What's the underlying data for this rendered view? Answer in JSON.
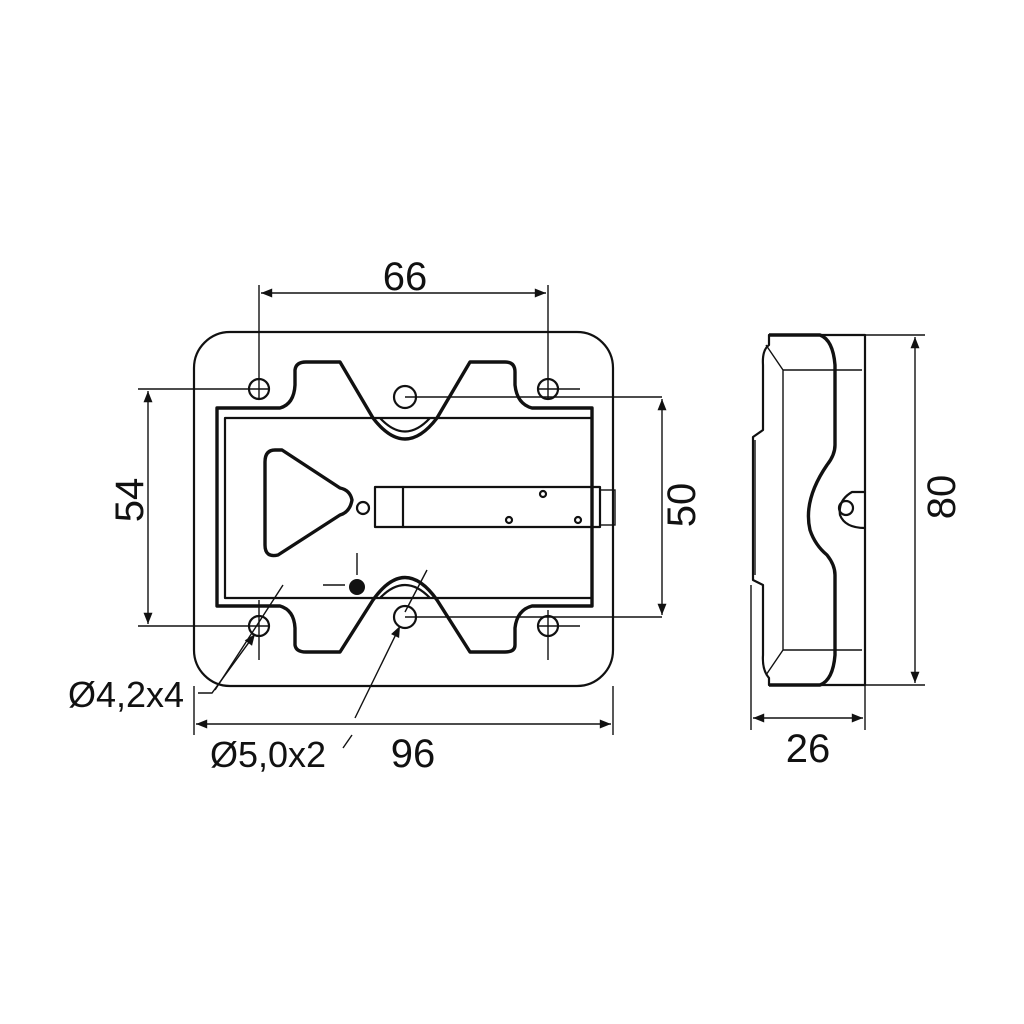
{
  "drawing": {
    "dimensions": {
      "hole_spacing_horizontal": "66",
      "hole_spacing_vertical": "54",
      "inner_height": "50",
      "overall_width": "96",
      "overall_height": "80",
      "depth": "26"
    },
    "callouts": {
      "small_holes": "Ø4,2x4",
      "large_holes": "Ø5,0x2"
    },
    "line_color": "#111111"
  }
}
